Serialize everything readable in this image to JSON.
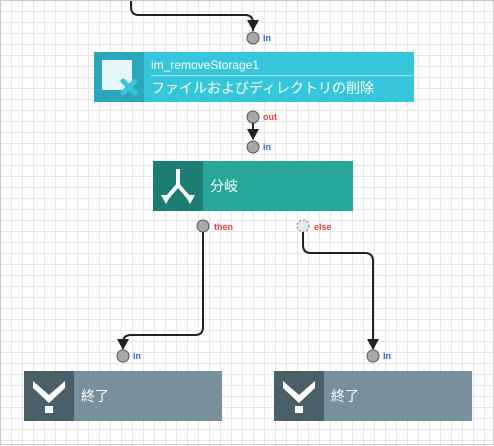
{
  "nodes": {
    "task": {
      "id": "im_removeStorage1",
      "name": "ファイルおよびディレクトリの削除",
      "icon": "remove-storage-icon"
    },
    "branch": {
      "name": "分岐",
      "icon": "branch-icon"
    },
    "end1": {
      "name": "終了",
      "icon": "end-arrow-icon"
    },
    "end2": {
      "name": "終了",
      "icon": "end-arrow-icon"
    }
  },
  "ports": {
    "task_in": "in",
    "task_out": "out",
    "branch_in": "in",
    "branch_then": "then",
    "branch_else": "else",
    "end1_in": "in",
    "end2_in": "in"
  },
  "colors": {
    "task": "#36c6dc",
    "task_icon_bg": "#2aa7bb",
    "branch": "#27a79a",
    "branch_icon_bg": "#1c7d72",
    "end": "#78909c",
    "end_icon_bg": "#4b5f69",
    "connector": "#222222",
    "port_fill": "#a8a8a8",
    "in_label": "#2b63d6",
    "out_label": "#e0443c"
  }
}
